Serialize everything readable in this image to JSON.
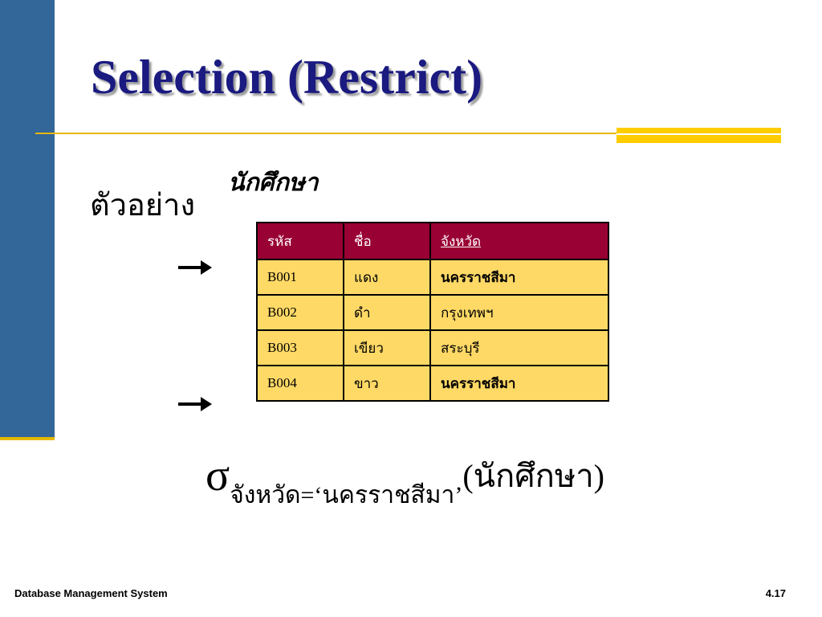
{
  "slide": {
    "title": "Selection (Restrict)",
    "example_label": "ตัวอย่าง",
    "table_caption": "นักศึกษา"
  },
  "table": {
    "headers": [
      "รหัส",
      "ชื่อ",
      "จังหวัด"
    ],
    "rows": [
      [
        "B001",
        "แดง",
        "นครราชสีมา"
      ],
      [
        "B002",
        "ดำ",
        "กรุงเทพฯ"
      ],
      [
        "B003",
        "เขียว",
        "สระบุรี"
      ],
      [
        "B004",
        "ขาว",
        "นครราชสีมา"
      ]
    ]
  },
  "formula": {
    "operator": "σ",
    "condition": "จังหวัด=‘นครราชสีมา’",
    "relation": "(นักศึกษา)"
  },
  "footer": {
    "course": "Database Management System",
    "slide_number": "4.17"
  },
  "colors": {
    "side_bar": "#336699",
    "accent": "#ffcc00",
    "header_fill": "#990033",
    "cell_fill": "#ffd966",
    "title": "#1a1a80"
  },
  "icons": [
    "right-arrow-icon",
    "right-arrow-icon"
  ]
}
